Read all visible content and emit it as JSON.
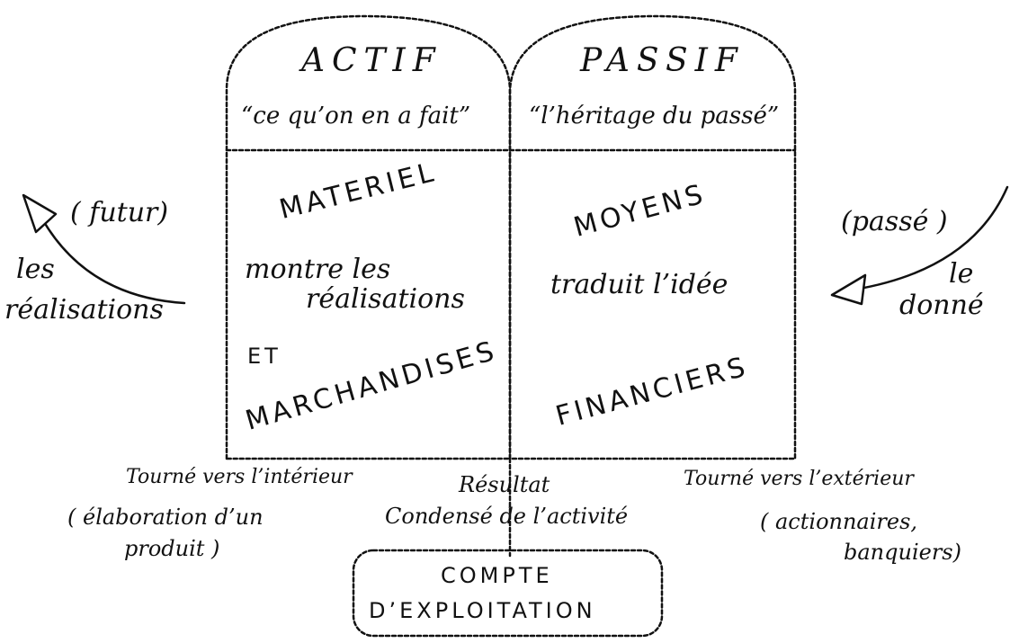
{
  "actif": {
    "title": "ACTIF",
    "subtitle": "“ce qu’on en a fait”",
    "material": "MATERIEL",
    "shows_1": "montre les",
    "shows_2": "réalisations",
    "and": "ET",
    "goods": "MARCHANDISES"
  },
  "passif": {
    "title": "PASSIF",
    "subtitle": "“l’héritage du passé”",
    "means": "MOYENS",
    "translates": "traduit l’idée",
    "financial": "FINANCIERS"
  },
  "left_side": {
    "tense": "( futur)",
    "line_1": "les",
    "line_2": "réalisations"
  },
  "right_side": {
    "tense": "(passé )",
    "line_1": "le",
    "line_2": "donné"
  },
  "bottom_left": {
    "line_1": "Tourné vers l’intérieur",
    "line_2": "( élaboration d’un",
    "line_3": "produit )"
  },
  "bottom_center": {
    "line_1": "Résultat",
    "line_2": "Condensé de l’activité"
  },
  "bottom_right": {
    "line_1": "Tourné vers l’extérieur",
    "line_2": "( actionnaires,",
    "line_3": "banquiers)"
  },
  "account": {
    "line_1": "COMPTE",
    "line_2": "D’EXPLOITATION"
  }
}
